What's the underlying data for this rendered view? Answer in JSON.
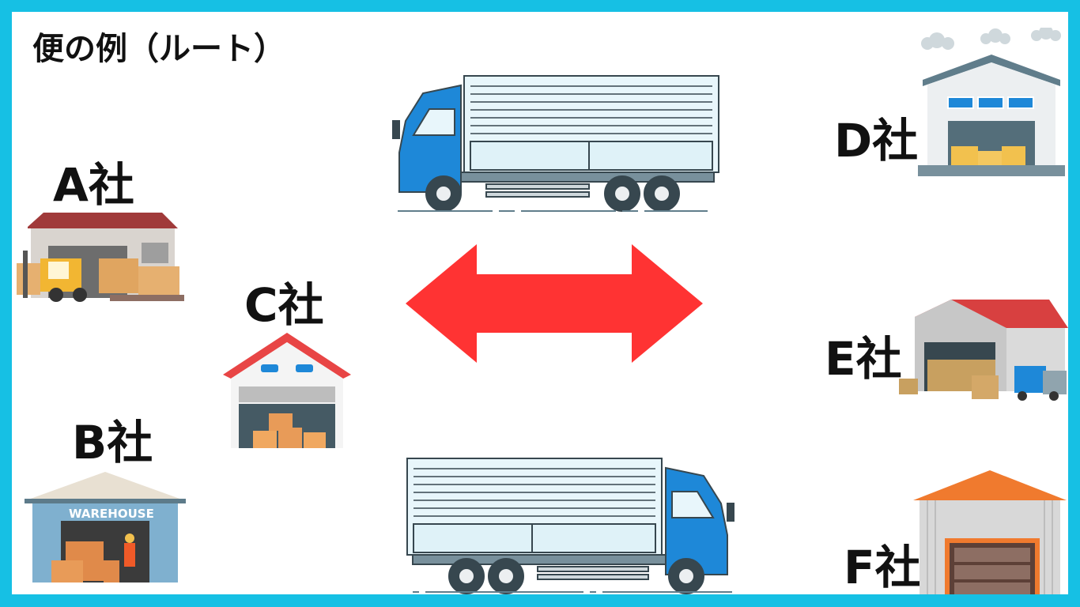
{
  "title": "便の例（ルート）",
  "companies": {
    "a": "A社",
    "b": "B社",
    "c": "C社",
    "d": "D社",
    "e": "E社",
    "f": "F社"
  },
  "warehouse_sign": "WAREHOUSE",
  "icons": {
    "truck": "truck-icon",
    "warehouse": "warehouse-icon",
    "arrow": "double-arrow-icon"
  },
  "colors": {
    "frame": "#16c0e4",
    "arrow": "#ff3333",
    "truck_cab": "#1e88d8",
    "roof_red": "#e84545",
    "roof_orange": "#f07a2e"
  }
}
